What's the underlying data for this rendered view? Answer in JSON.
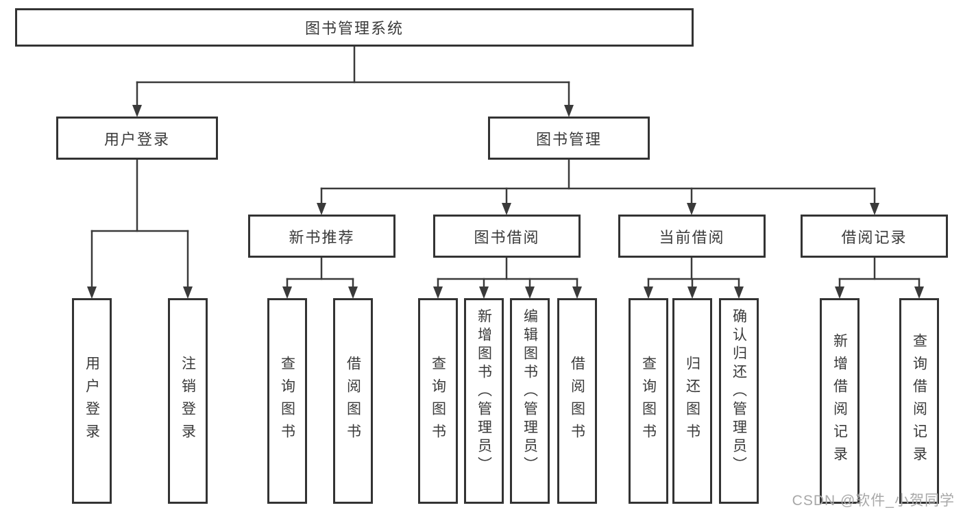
{
  "diagram": {
    "type": "hierarchy",
    "tree": {
      "root": "图书管理系统",
      "user_login": "用户登录",
      "book_mgmt": "图书管理",
      "new_book_rec": "新书推荐",
      "book_borrow": "图书借阅",
      "current_borrow": "当前借阅",
      "borrow_record": "借阅记录",
      "leaf_user_login": "用户登录",
      "leaf_logout": "注销登录",
      "leaf_rec_query_book": "查询图书",
      "leaf_rec_borrow_book": "借阅图书",
      "leaf_bb_query_book": "查询图书",
      "leaf_bb_add_book": "新增图书（管理员）",
      "leaf_bb_edit_book": "编辑图书（管理员）",
      "leaf_bb_borrow_book": "借阅图书",
      "leaf_cb_query_book": "查询图书",
      "leaf_cb_return_book": "归还图书",
      "leaf_cb_confirm_return": "确认归还（管理员）",
      "leaf_br_add_record": "新增借阅记录",
      "leaf_br_query_record": "查询借阅记录"
    },
    "edges": [
      [
        "root",
        "user_login"
      ],
      [
        "root",
        "book_mgmt"
      ],
      [
        "user_login",
        "leaf_user_login"
      ],
      [
        "user_login",
        "leaf_logout"
      ],
      [
        "book_mgmt",
        "new_book_rec"
      ],
      [
        "book_mgmt",
        "book_borrow"
      ],
      [
        "book_mgmt",
        "current_borrow"
      ],
      [
        "book_mgmt",
        "borrow_record"
      ],
      [
        "new_book_rec",
        "leaf_rec_query_book"
      ],
      [
        "new_book_rec",
        "leaf_rec_borrow_book"
      ],
      [
        "book_borrow",
        "leaf_bb_query_book"
      ],
      [
        "book_borrow",
        "leaf_bb_add_book"
      ],
      [
        "book_borrow",
        "leaf_bb_edit_book"
      ],
      [
        "book_borrow",
        "leaf_bb_borrow_book"
      ],
      [
        "current_borrow",
        "leaf_cb_query_book"
      ],
      [
        "current_borrow",
        "leaf_cb_return_book"
      ],
      [
        "current_borrow",
        "leaf_cb_confirm_return"
      ],
      [
        "borrow_record",
        "leaf_br_add_record"
      ],
      [
        "borrow_record",
        "leaf_br_query_record"
      ]
    ]
  },
  "watermark": "CSDN @软件_小贺同学",
  "colors": {
    "background": "#ffffff",
    "box_border": "#333333",
    "line": "#3a3a3a",
    "text": "#3a3a3a",
    "watermark": "#a8a8a8"
  }
}
